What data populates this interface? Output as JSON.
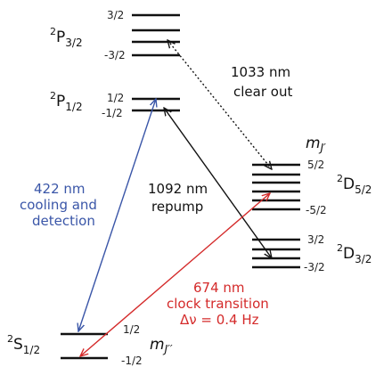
{
  "colors": {
    "level": "#111111",
    "cooling": "#3a56a8",
    "clock": "#d42a2a",
    "repump": "#111111",
    "clearout": "#111111"
  },
  "levels": {
    "p32": {
      "term": "P",
      "sup": "2",
      "sub": "3/2",
      "mj_top": "3/2",
      "mj_bottom": "-3/2"
    },
    "p12": {
      "term": "P",
      "sup": "2",
      "sub": "1/2",
      "mj_top": "1/2",
      "mj_bottom": "-1/2"
    },
    "d52": {
      "term": "D",
      "sup": "2",
      "sub": "5/2",
      "mj_top": "5/2",
      "mj_bottom": "-5/2"
    },
    "d32": {
      "term": "D",
      "sup": "2",
      "sub": "3/2",
      "mj_top": "3/2",
      "mj_bottom": "-3/2"
    },
    "s12": {
      "term": "S",
      "sup": "2",
      "sub": "1/2",
      "mj_top": "1/2",
      "mj_bottom": "-1/2"
    }
  },
  "mj_labels": {
    "upper": {
      "m": "m",
      "sub": "J′"
    },
    "lower": {
      "m": "m",
      "sub": "J′′"
    }
  },
  "transitions": {
    "clearout": {
      "line1": "1033 nm",
      "line2": "clear out",
      "style": "dotted"
    },
    "repump": {
      "line1": "1092 nm",
      "line2": "repump",
      "style": "solid"
    },
    "cooling": {
      "line1": "422 nm",
      "line2": "cooling and",
      "line3": "detection",
      "style": "solid"
    },
    "clock": {
      "line1": "674 nm",
      "line2": "clock transition",
      "line3": "Δν = 0.4 Hz",
      "style": "solid"
    }
  }
}
